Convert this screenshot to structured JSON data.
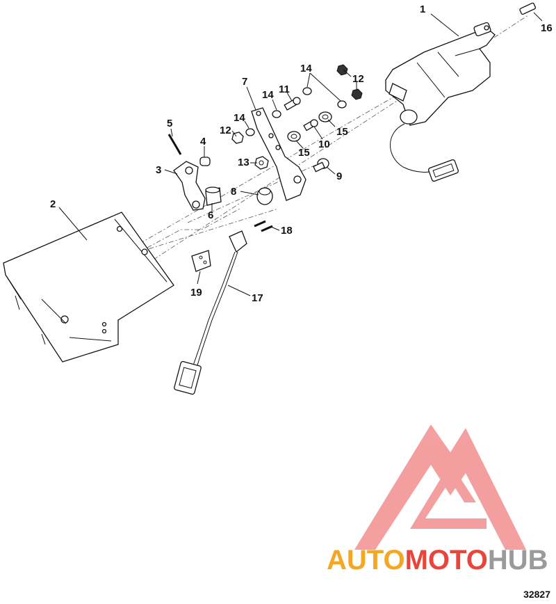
{
  "callouts": [
    "1",
    "2",
    "3",
    "4",
    "5",
    "6",
    "7",
    "8",
    "9",
    "10",
    "11",
    "12",
    "12",
    "13",
    "14",
    "14",
    "14",
    "15",
    "15",
    "16",
    "17",
    "18",
    "19"
  ],
  "figure_number": "32827",
  "watermark": {
    "part1": "AUTO",
    "part2": "MOTO",
    "part3": "HUB",
    "color_orange": "#f5a623",
    "color_red": "#e8453c",
    "color_gray": "#9a9a9a",
    "triangle_color": "#f08080"
  }
}
